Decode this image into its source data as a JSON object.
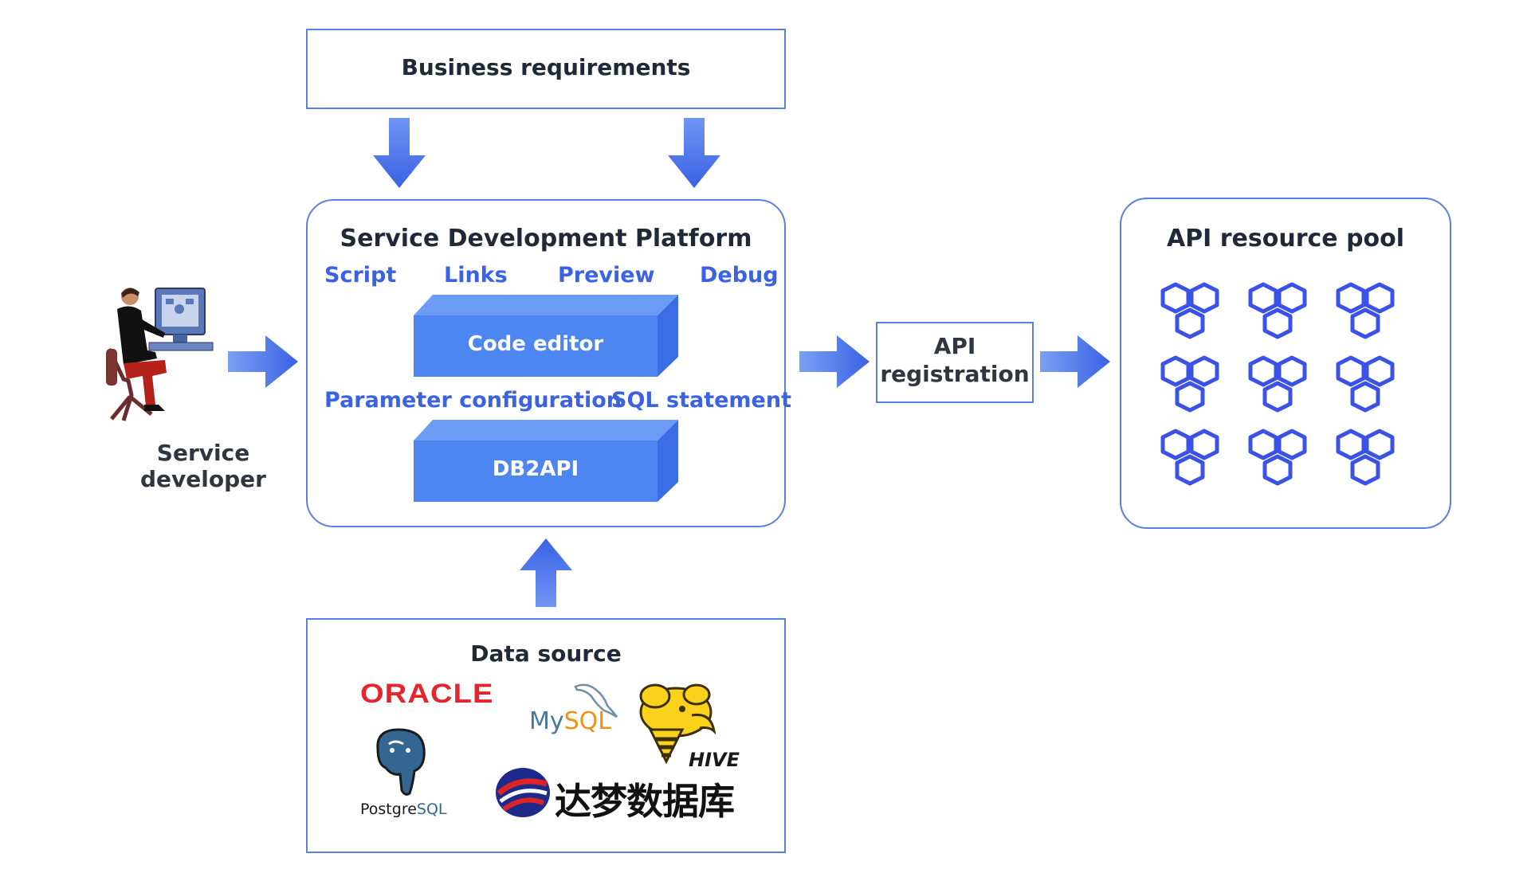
{
  "business": {
    "title": "Business requirements"
  },
  "platform": {
    "title": "Service Development Platform",
    "tags": [
      "Script",
      "Links",
      "Preview",
      "Debug"
    ],
    "code_editor": "Code editor",
    "mid_tags": [
      "Parameter configuration",
      "SQL statement"
    ],
    "db2api": "DB2API"
  },
  "developer": {
    "label_line1": "Service",
    "label_line2": "developer"
  },
  "registration": {
    "line1": "API",
    "line2": "registration"
  },
  "pool": {
    "title": "API resource pool",
    "icon": "hexagon-cluster-icon",
    "count": 9
  },
  "datasource": {
    "title": "Data source",
    "logos": {
      "oracle": "ORACLE",
      "mysql_my": "My",
      "mysql_sql": "SQL",
      "hive": "HIVE",
      "postgres_a": "Postgre",
      "postgres_b": "SQL",
      "dameng": "达梦数据库"
    }
  },
  "colors": {
    "accent": "#3b62e0",
    "border": "#5b7ee5",
    "cube": "#4d86f0",
    "oracle": "#e3262e",
    "mysql": "#4479a1"
  }
}
